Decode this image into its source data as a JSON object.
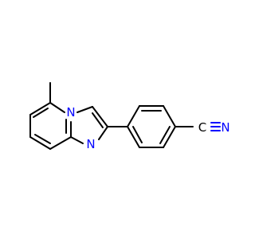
{
  "molecule": {
    "atoms": {
      "n_bridge": "N",
      "n_imine": "N",
      "n_nitrile": "N",
      "c_nitrile": "C"
    },
    "colors": {
      "bond": "#000000",
      "nitrogen": "#0000ff",
      "carbon": "#000000"
    }
  }
}
